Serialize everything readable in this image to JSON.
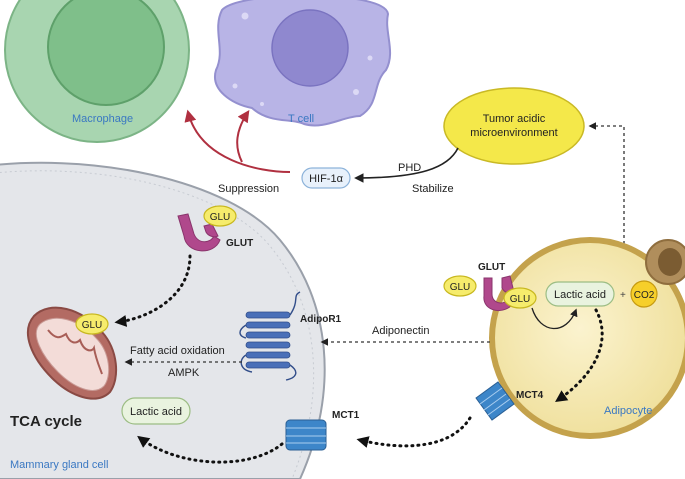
{
  "cells": {
    "macrophage": "Macrophage",
    "t_cell": "T cell",
    "mammary_gland_cell": "Mammary gland cell",
    "adipocyte": "Adipocyte"
  },
  "tumor_env": {
    "line1": "Tumor acidic",
    "line2": "microenvironment"
  },
  "hif": "HIF-1α",
  "phd": "PHD",
  "stabilize": "Stabilize",
  "suppression": "Suppression",
  "glut_mammary": "GLUT",
  "glut_adipocyte": "GLUT",
  "glu_top": "GLU",
  "glu_mito": "GLU",
  "glu_adipo_outside": "GLU",
  "glu_adipo_inside": "GLU",
  "adipor1": "AdipoR1",
  "adiponectin": "Adiponectin",
  "fatty_acid_oxidation": "Fatty acid oxidation",
  "ampk": "AMPK",
  "tca_cycle": "TCA cycle",
  "lactic_acid_mammary": "Lactic acid",
  "lactic_acid_adipocyte": "Lactic acid",
  "co2": "CO2",
  "mct1": "MCT1",
  "mct4": "MCT4",
  "colors": {
    "macrophage": "#a8d5b0",
    "t_cell": "#b8b4e6",
    "mammary_cell": "#e4e6ea",
    "adipocyte": "#f5eab4",
    "tumor_env": "#f4e84a",
    "transporter": "#3d86c9",
    "glut": "#b0488c",
    "suppression_arrow": "#b03040",
    "label_blue": "#3a78c2"
  }
}
